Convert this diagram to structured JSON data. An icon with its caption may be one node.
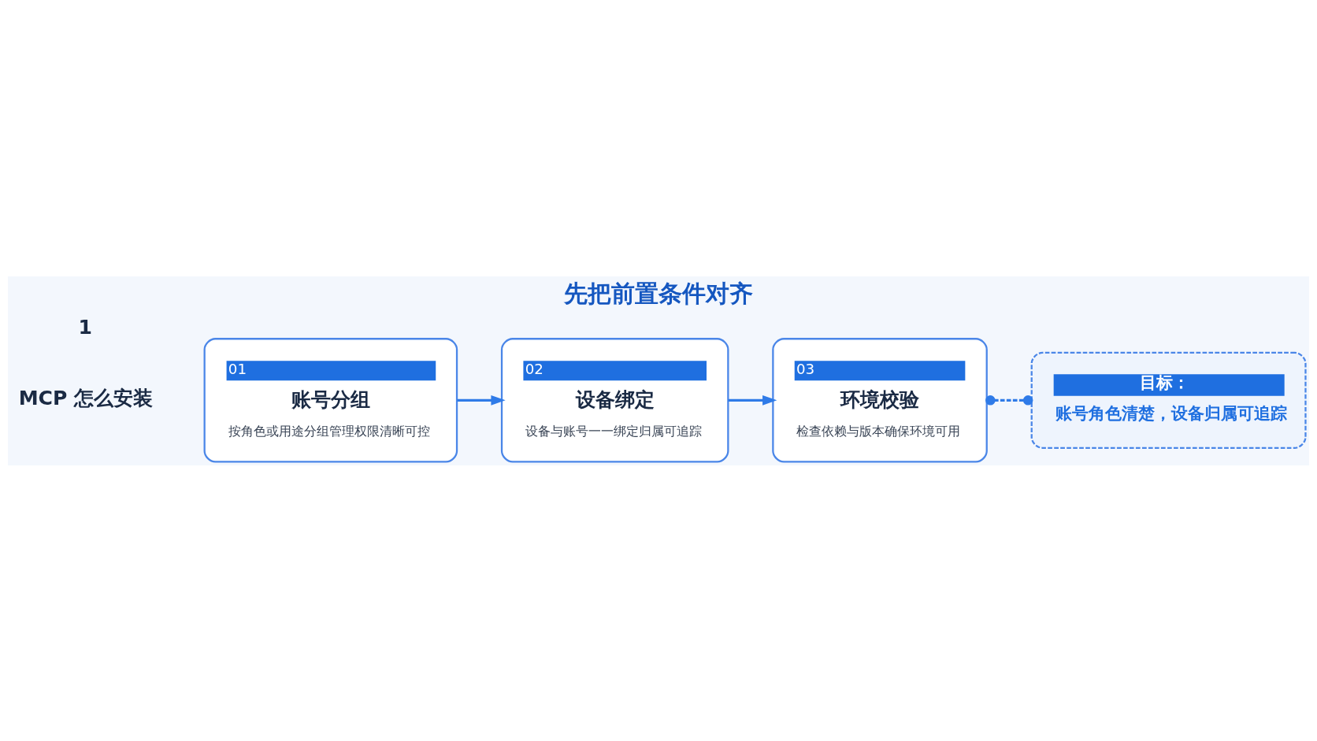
{
  "diagram": {
    "title": "先把前置条件对齐",
    "nodes": [
      {
        "text": [
          "01",
          "账号分组",
          "按角色或用途分组管理权限清晰可控"
        ]
      },
      {
        "text": [
          "02",
          "设备绑定",
          "设备与账号一一绑定归属可追踪"
        ]
      },
      {
        "text": [
          "03",
          "环境校验",
          "检查依赖与版本确保环境可用"
        ]
      },
      {
        "text": [
          "目标：",
          "账号角色清楚，设备归属可追踪"
        ]
      }
    ],
    "edges": [
      {
        "from": 0,
        "to": 1,
        "arrow": "to"
      },
      {
        "from": 1,
        "to": 2,
        "arrow": "to"
      },
      {
        "from": 2,
        "to": 3,
        "arrow": "other",
        "style": "dashed"
      }
    ],
    "labels": [
      "1",
      "MCP 怎么安装"
    ]
  }
}
